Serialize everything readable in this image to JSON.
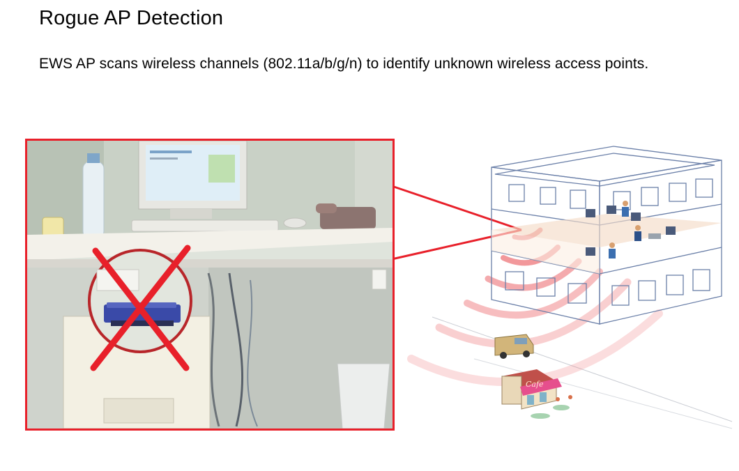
{
  "header": {
    "title": "Rogue AP Detection",
    "description": "EWS AP scans wireless channels (802.11a/b/g/n) to identify unknown wireless access points."
  },
  "illustration": {
    "cafe_sign": "Cafe",
    "icons": [
      "rogue-ap-photo",
      "prohibited-x-icon",
      "office-building",
      "van-icon",
      "cafe-icon",
      "wireless-signal-arcs"
    ]
  },
  "colors": {
    "highlight_red": "#e8202a",
    "signal_arc": "#f0868a",
    "building_line": "#6a7fa8"
  }
}
